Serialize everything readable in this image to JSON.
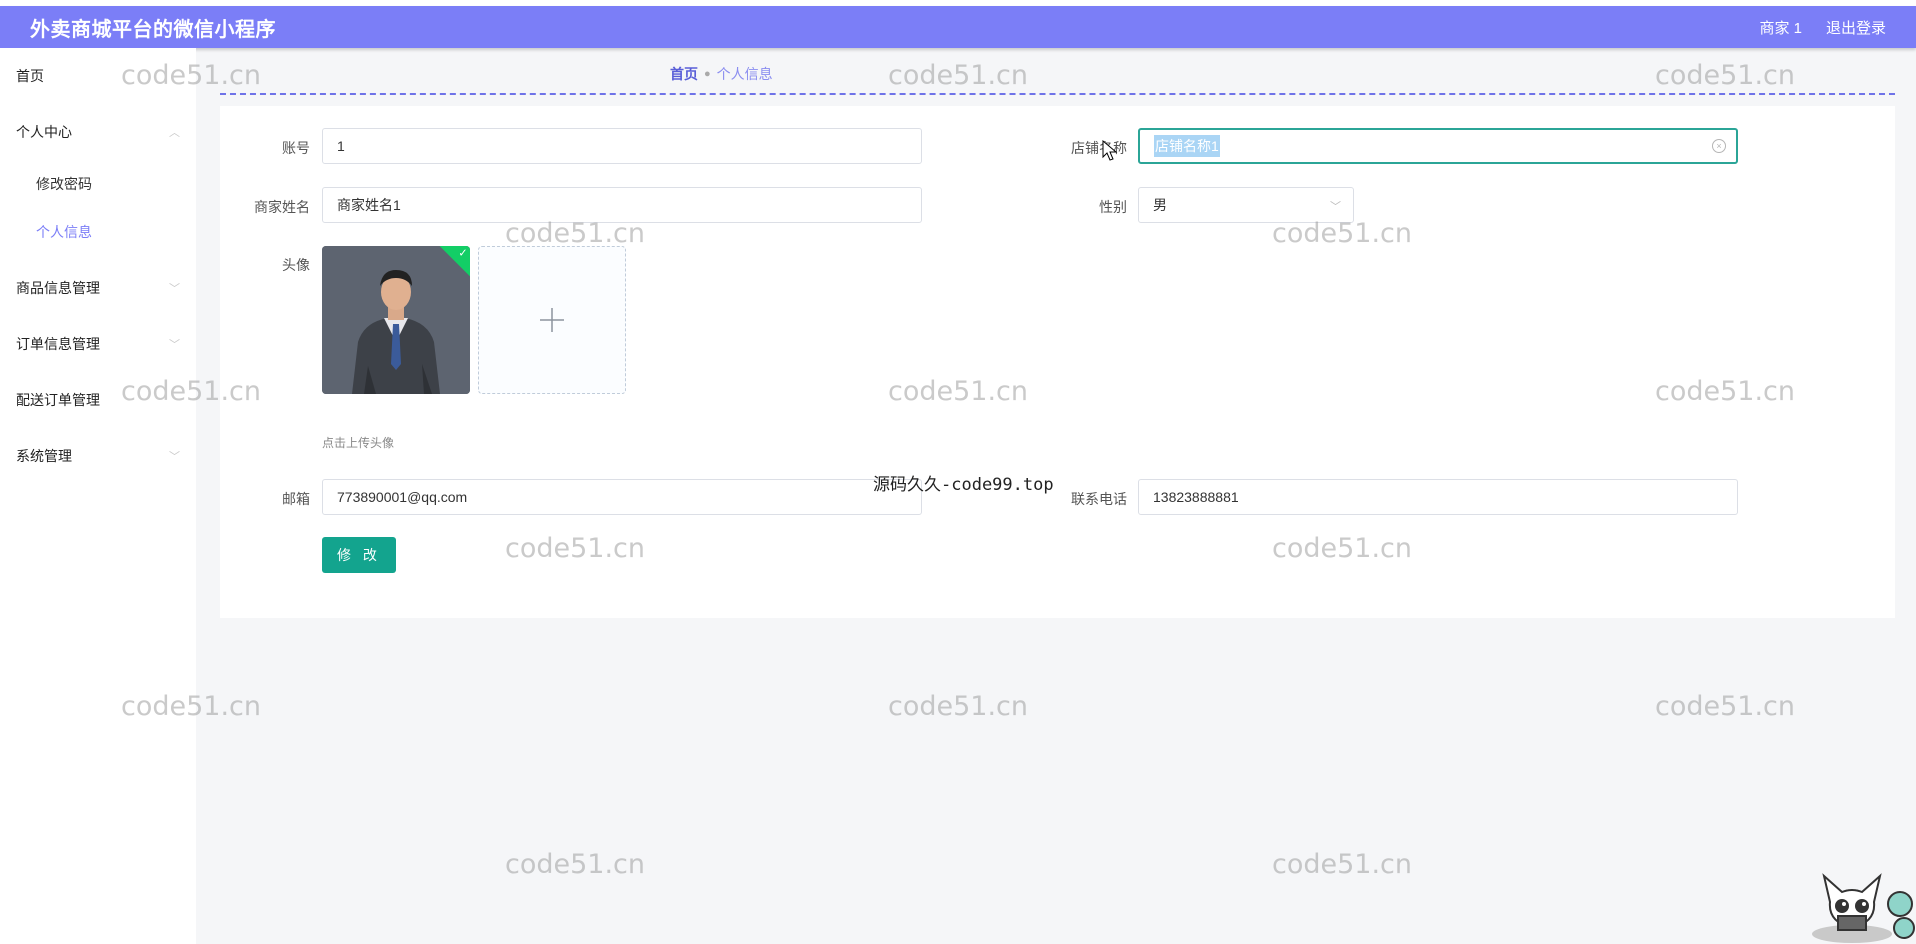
{
  "app": {
    "title": "外卖商城平台的微信小程序"
  },
  "header": {
    "user": "商家 1",
    "logout": "退出登录"
  },
  "sidebar": {
    "items": [
      {
        "label": "首页"
      },
      {
        "label": "个人中心"
      },
      {
        "label": "修改密码"
      },
      {
        "label": "个人信息"
      },
      {
        "label": "商品信息管理"
      },
      {
        "label": "订单信息管理"
      },
      {
        "label": "配送订单管理"
      },
      {
        "label": "系统管理"
      }
    ]
  },
  "breadcrumb": {
    "home": "首页",
    "current": "个人信息"
  },
  "form": {
    "account": {
      "label": "账号",
      "value": "1"
    },
    "shop_name": {
      "label": "店铺名称",
      "value": "店铺名称1"
    },
    "merchant_name": {
      "label": "商家姓名",
      "value": "商家姓名1"
    },
    "gender": {
      "label": "性别",
      "value": "男"
    },
    "avatar": {
      "label": "头像",
      "hint": "点击上传头像"
    },
    "email": {
      "label": "邮箱",
      "value": "773890001@qq.com"
    },
    "phone": {
      "label": "联系电话",
      "value": "13823888881"
    },
    "submit_label": "修 改"
  },
  "watermarks": {
    "text": "code51.cn",
    "site": "源码久久-code99.top"
  },
  "colors": {
    "header": "#7b7ef7",
    "accent": "#13a48e",
    "active_menu": "#7b7ef7"
  }
}
